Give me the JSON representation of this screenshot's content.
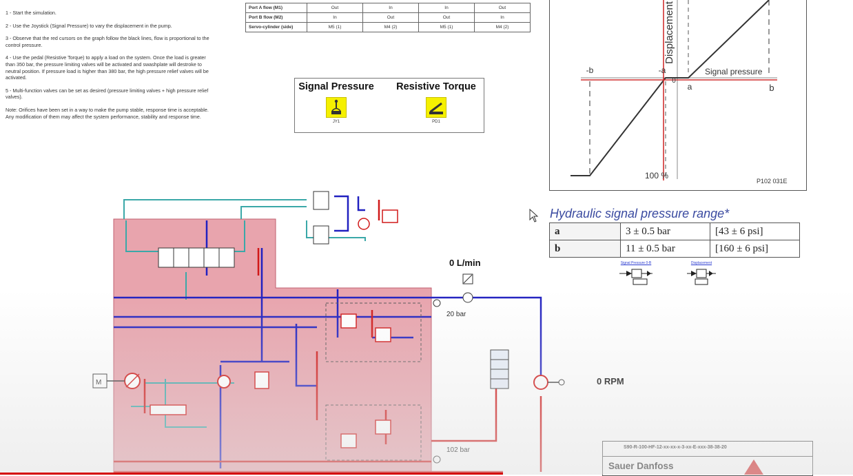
{
  "instructions": [
    "1 - Start the simulation.",
    "2 - Use the Joystick (Signal Pressure) to vary the displacement in the pump.",
    "3 - Observe that the red cursors on the graph follow the black lines, flow is proportional to the control pressure.",
    "4 - Use the pedal (Resistive Torque) to apply a load on the system. Once the load is greater than 350 bar, the pressure limiting valves will be activated and swashplate will destroke to neutral position. If pressure load is higher than 380 bar, the high pressure relief valves will be activated.",
    "5 - Multi-function valves can be set as desired (pressure limiting valves + high pressure relief valves).",
    "Note: Orifices have been set in a way to make the pump stable, response time is acceptable. Any modification of them may affect the system performance, stability and response time."
  ],
  "port_table": {
    "rows": [
      {
        "label": "Port A flow (M1)",
        "cells": [
          "Out",
          "In",
          "In",
          "Out"
        ]
      },
      {
        "label": "Port B flow (M2)",
        "cells": [
          "In",
          "Out",
          "Out",
          "In"
        ]
      },
      {
        "label": "Servo-cylinder (side)",
        "cells": [
          "M5 (1)",
          "M4 (2)",
          "M5 (1)",
          "M4 (2)"
        ]
      }
    ]
  },
  "controls": {
    "signal_pressure": {
      "label": "Signal Pressure",
      "tag": "JY1"
    },
    "resistive_torque": {
      "label": "Resistive Torque",
      "tag": "PD1"
    }
  },
  "graph": {
    "y_axis_label": "Displacement",
    "x_axis_label": "Signal pressure",
    "label_neg_b": "-b",
    "label_neg_a": "-a",
    "label_zero": "0",
    "label_a": "a",
    "label_b": "b",
    "label_100": "100 %",
    "figure_code": "P102 031E"
  },
  "signal_range": {
    "title": "Hydraulic signal pressure range*",
    "rows": [
      {
        "key": "a",
        "bar": "3 ± 0.5 bar",
        "psi": "[43 ± 6 psi]"
      },
      {
        "key": "b",
        "bar": "11 ± 0.5 bar",
        "psi": "[160 ± 6 psi]"
      }
    ]
  },
  "valve_links": {
    "left": "Signal Pressure 0-B",
    "right": "Displacement"
  },
  "readouts": {
    "flow": "0 L/min",
    "rpm": "0 RPM",
    "pressure_top": "20 bar",
    "pressure_bottom": "102 bar"
  },
  "title_block": {
    "code": "S90-R-100-HF-12-xx-xx-x-3-xx-E-xxx-38-38-20",
    "company": "Sauer Danfoss"
  },
  "colors": {
    "pink_area": "#e8a4ad",
    "hydraulic_blue": "#2020c0",
    "hydraulic_red": "#d01818",
    "hydraulic_teal": "#3aa8a8",
    "graph_cursor": "#d03030",
    "range_title": "#3a4aa0",
    "signal_icon": "#f5f000"
  }
}
